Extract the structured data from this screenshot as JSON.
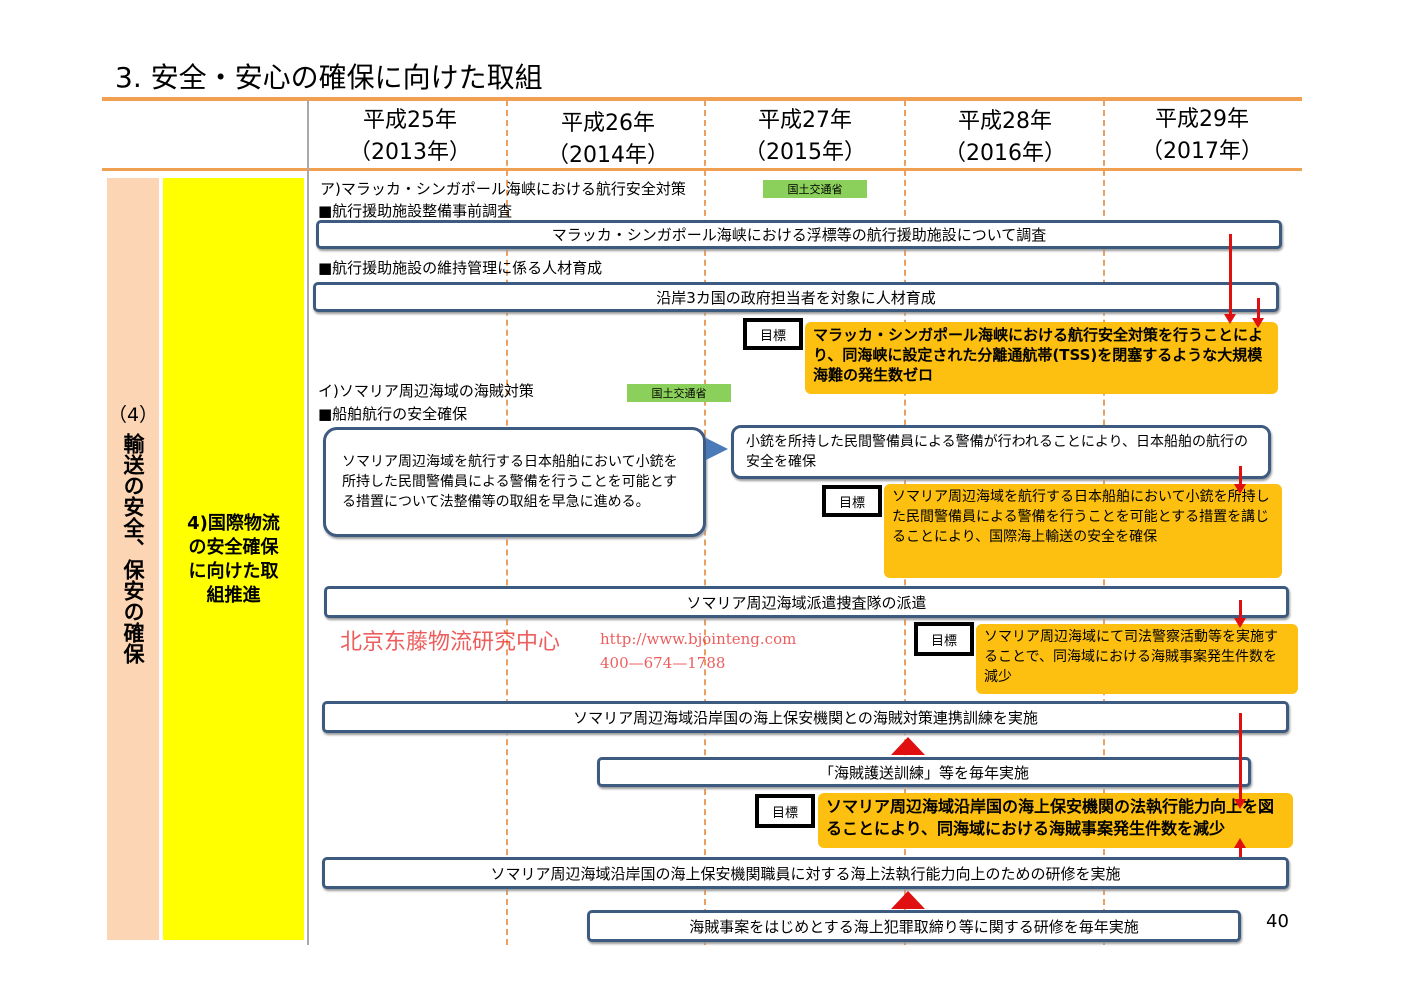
{
  "title": "3. 安全・安心の確保に向けた取組",
  "years": [
    [
      "平成25年",
      "（2013年）"
    ],
    [
      "平成26年",
      "（2014年）"
    ],
    [
      "平成27年",
      "（2015年）"
    ],
    [
      "平成28年",
      "（2016年）"
    ],
    [
      "平成29年",
      "（2017年）"
    ]
  ],
  "category": {
    "number": "（4）",
    "label": "輸送の安全、保安の確保"
  },
  "subcategory": "4)国際物流の安全確保に向けた取組推進",
  "goal_tag": "目標",
  "sections": {
    "a": {
      "heading": "ア)マラッカ・シンガポール海峡における航行安全対策",
      "ministry": "国土交通省",
      "sub1": "■航行援助施設整備事前調査",
      "bar1": "マラッカ・シンガポール海峡における浮標等の航行援助施設について調査",
      "sub2": "■航行援助施設の維持管理に係る人材育成",
      "bar2": "沿岸3カ国の政府担当者を対象に人材育成",
      "goal": "マラッカ・シンガポール海峡における航行安全対策を行うことにより、同海峡に設定された分離通航帯(TSS)を閉塞するような大規模海難の発生数ゼロ"
    },
    "b": {
      "heading": "イ)ソマリア周辺海域の海賊対策",
      "ministry": "国土交通省",
      "sub1": "■船舶航行の安全確保",
      "box_left": "ソマリア周辺海域を航行する日本船舶において小銃を所持した民間警備員による警備を行うことを可能とする措置について法整備等の取組を早急に進める。",
      "box_right": "小銃を所持した民間警備員による警備が行われることにより、日本船舶の航行の安全を確保",
      "goal1": "ソマリア周辺海域を航行する日本船舶において小銃を所持した民間警備員による警備を行うことを可能とする措置を講じることにより、国際海上輸送の安全を確保",
      "bar_dispatch": "ソマリア周辺海域派遣捜査隊の派遣",
      "goal2": "ソマリア周辺海域にて司法警察活動等を実施することで、同海域における海賊事案発生件数を減少",
      "bar_training": "ソマリア周辺海域沿岸国の海上保安機関との海賊対策連携訓練を実施",
      "bar_escort": "「海賊護送訓練」等を毎年実施",
      "goal3": "ソマリア周辺海域沿岸国の海上保安機関の法執行能力向上を図ることにより、同海域における海賊事案発生件数を減少",
      "bar_seminar": "ソマリア周辺海域沿岸国の海上保安機関職員に対する海上法執行能力向上のための研修を実施",
      "bar_annual": "海賊事案をはじめとする海上犯罪取締り等に関する研修を毎年実施"
    }
  },
  "page_number": "40",
  "watermark": [
    "北京东藤物流研究中心",
    "http://www.bjointeng.com",
    "400—674—1788"
  ],
  "colors": {
    "accent": "#f0a050",
    "goal": "#fdbf10",
    "category": "#fcd5b4",
    "subcategory": "#ffff00",
    "box_border": "#3d5a80",
    "arrow": "#e01010"
  }
}
